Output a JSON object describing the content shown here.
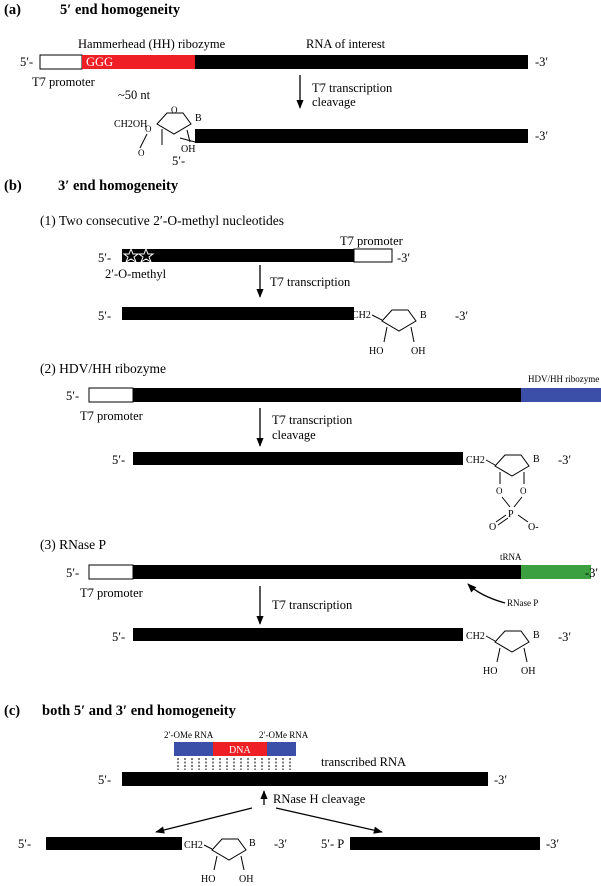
{
  "colors": {
    "red": "#ee1f25",
    "blue": "#3b4ea8",
    "green": "#3aa040",
    "black": "#000000"
  },
  "section_a": {
    "letter": "(a)",
    "title": "5′ end homogeneity",
    "hh_label": "Hammerhead (HH) ribozyme",
    "rna_label": "RNA of interest",
    "five": "5′-",
    "three": "-3′",
    "ggg": "GGG",
    "promoter": "T7 promoter",
    "nt": "~50 nt",
    "step1": "T7 transcription",
    "step2": "cleavage",
    "ch2oh": "CH2OH",
    "b": "B",
    "o": "O",
    "oh": "OH"
  },
  "section_b": {
    "letter": "(b)",
    "title": "3′ end homogeneity",
    "p1": {
      "title": "(1)  Two consecutive 2′-O-methyl nucleotides",
      "promoter": "T7 promoter",
      "omethyl": "2′-O-methyl",
      "step": "T7 transcription",
      "ch2": "CH2",
      "b": "B",
      "ho": "HO",
      "oh": "OH"
    },
    "p2": {
      "title": "(2)  HDV/HH ribozyme",
      "ribozyme": "HDV/HH ribozyme",
      "promoter": "T7 promoter",
      "step1": "T7 transcription",
      "step2": "cleavage",
      "ch2": "CH2",
      "b": "B",
      "o": "O",
      "p": "P",
      "ominus": "O-"
    },
    "p3": {
      "title": "(3)  RNase P",
      "trna": "tRNA",
      "promoter": "T7 promoter",
      "rnase": "RNase P",
      "step": "T7 transcription",
      "ch2": "CH2",
      "b": "B",
      "ho": "HO",
      "oh": "OH"
    }
  },
  "section_c": {
    "letter": "(c)",
    "title": "both 5′ and 3′ end homogeneity",
    "ome_left": "2′-OMe RNA",
    "ome_right": "2′-OMe RNA",
    "dna": "DNA",
    "transcribed": "transcribed RNA",
    "rnaseh": "RNase H cleavage",
    "ch2": "CH2",
    "b": "B",
    "ho": "HO",
    "oh": "OH",
    "five_p": "5′- P"
  },
  "ends": {
    "five": "5′-",
    "three": "-3′"
  }
}
